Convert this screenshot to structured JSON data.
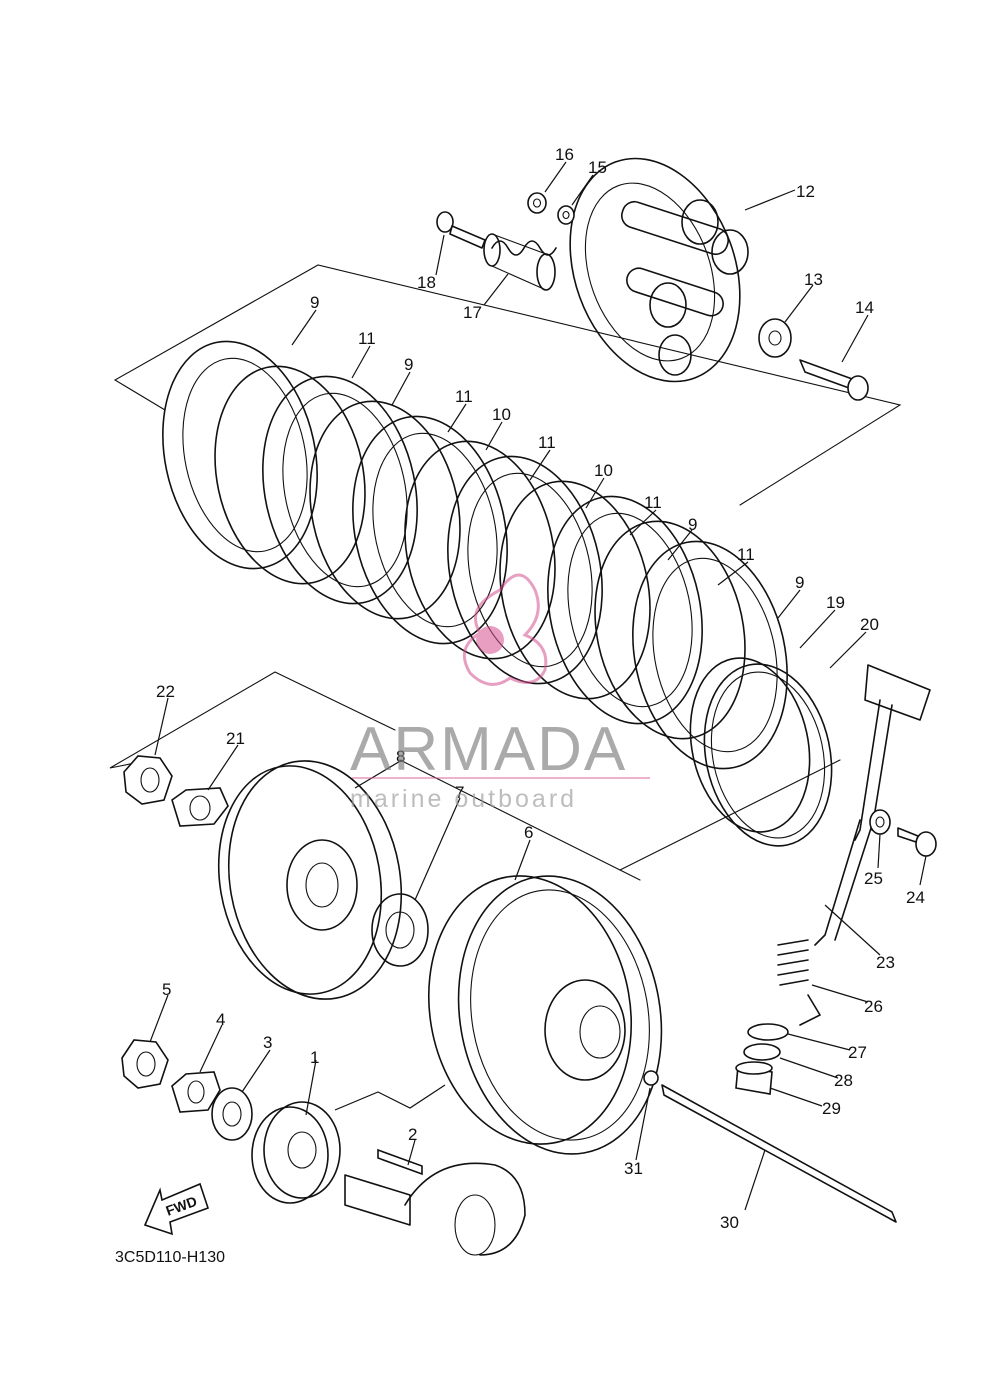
{
  "diagram": {
    "drawing_code": "3C5D110-H130",
    "fwd_label": "FWD",
    "watermark": {
      "brand": "ARMADA",
      "tagline": "marine outboard",
      "accent_color": "#d4508f"
    },
    "callouts": [
      "1",
      "2",
      "3",
      "4",
      "5",
      "6",
      "7",
      "8",
      "9",
      "9",
      "9",
      "9",
      "10",
      "10",
      "11",
      "11",
      "11",
      "11",
      "11",
      "12",
      "13",
      "14",
      "15",
      "16",
      "17",
      "18",
      "19",
      "20",
      "21",
      "22",
      "23",
      "24",
      "25",
      "26",
      "27",
      "28",
      "29",
      "30",
      "31"
    ]
  }
}
